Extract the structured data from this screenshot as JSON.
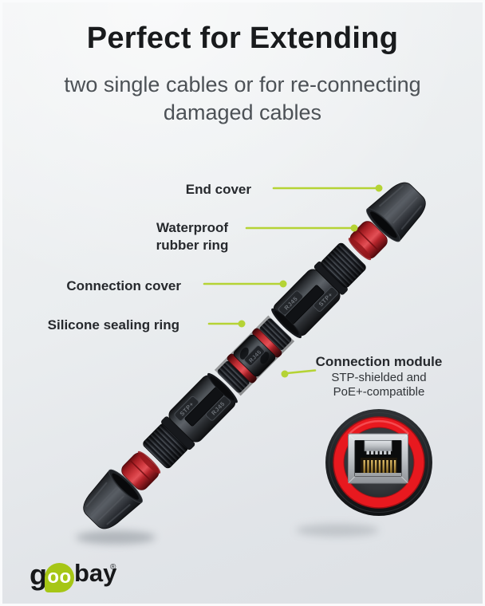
{
  "header": {
    "title": "Perfect for Extending",
    "subtitle1": "two single cables or for re-connecting",
    "subtitle2": "damaged cables"
  },
  "labels": {
    "end_cover": "End cover",
    "waterproof1": "Waterproof",
    "waterproof2": "rubber ring",
    "connection_cover": "Connection cover",
    "silicone": "Silicone sealing ring",
    "module_title": "Connection module",
    "module_sub1": "STP-shielded and",
    "module_sub2": "PoE+-compatible"
  },
  "markings": {
    "rj45": "RJ45",
    "stp": "STP+"
  },
  "logo": {
    "g": "g",
    "oo": "oo",
    "bay": "bay",
    "reg": "®"
  },
  "colors": {
    "accent_green": "#b5d335",
    "brand_green": "#a6c616",
    "ring_red": "#c1272d",
    "inset_red": "#e8191f",
    "body_dark": "#2e3135",
    "text_dark": "#191b1d",
    "text_gray": "#4c5156"
  }
}
